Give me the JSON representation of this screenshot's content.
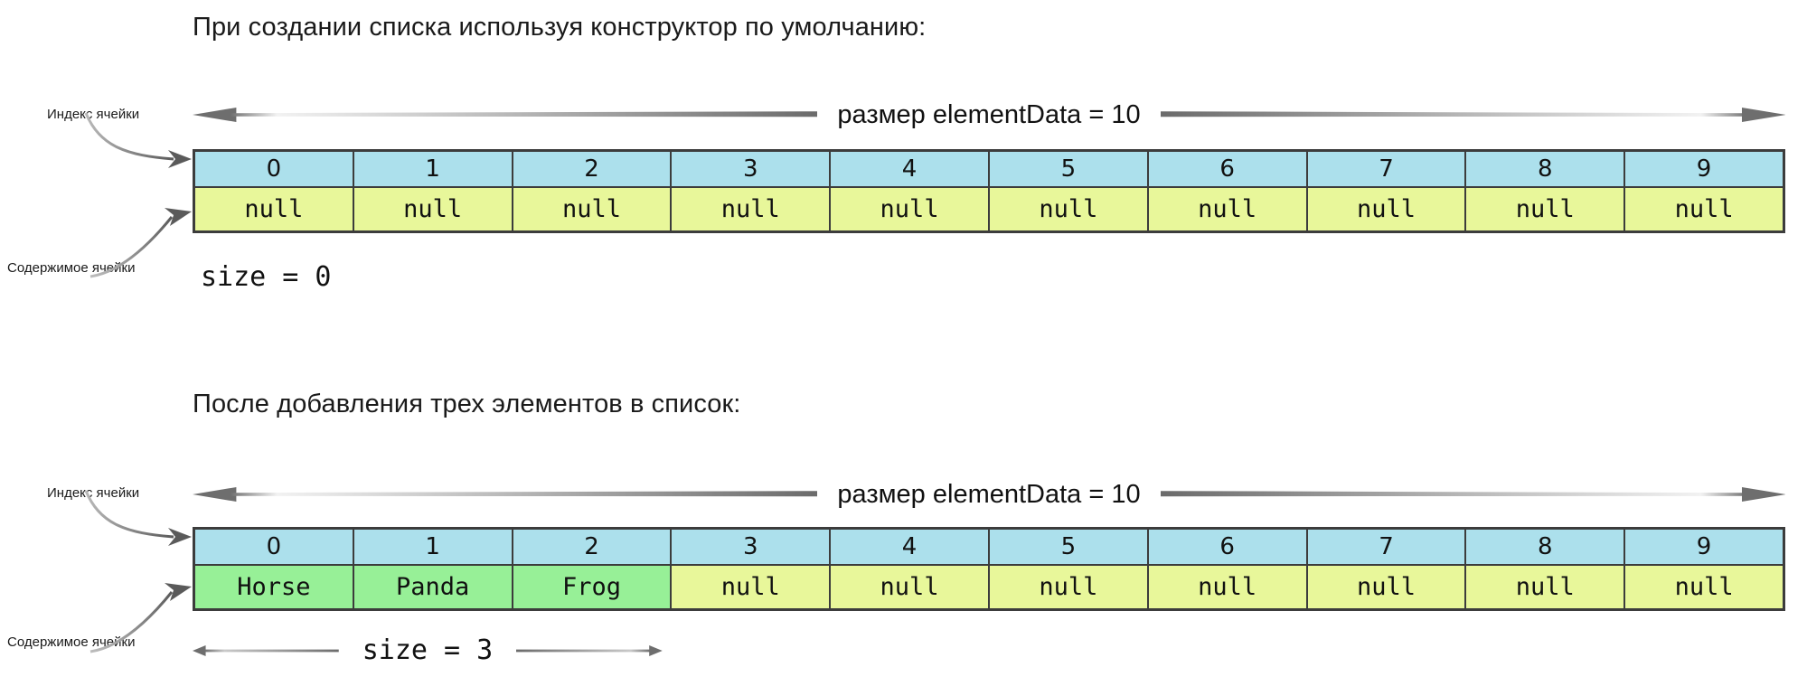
{
  "diagram": {
    "title_section_1": "При создании списка используя конструктор по умолчанию:",
    "title_section_2": "После добавления трех элементов в список:",
    "labels": {
      "cell_index": "Индекс ячейки",
      "cell_content": "Содержимое ячейки"
    },
    "colors": {
      "index_cell": "#ace0ec",
      "null_cell": "#e8f79a",
      "filled_cell": "#97f097",
      "border": "#3c3c3c",
      "arrow": "#6e6e6e",
      "text": "#111111"
    },
    "sections": [
      {
        "name": "default-constructor",
        "span_label": "размер elementData = 10",
        "indices": [
          "0",
          "1",
          "2",
          "3",
          "4",
          "5",
          "6",
          "7",
          "8",
          "9"
        ],
        "values": [
          "null",
          "null",
          "null",
          "null",
          "null",
          "null",
          "null",
          "null",
          "null",
          "null"
        ],
        "filled": [
          false,
          false,
          false,
          false,
          false,
          false,
          false,
          false,
          false,
          false
        ],
        "size_label": "size = 0"
      },
      {
        "name": "after-three-adds",
        "span_label": "размер elementData = 10",
        "indices": [
          "0",
          "1",
          "2",
          "3",
          "4",
          "5",
          "6",
          "7",
          "8",
          "9"
        ],
        "values": [
          "Horse",
          "Panda",
          "Frog",
          "null",
          "null",
          "null",
          "null",
          "null",
          "null",
          "null"
        ],
        "filled": [
          true,
          true,
          true,
          false,
          false,
          false,
          false,
          false,
          false,
          false
        ],
        "size_label": "size = 3"
      }
    ]
  }
}
